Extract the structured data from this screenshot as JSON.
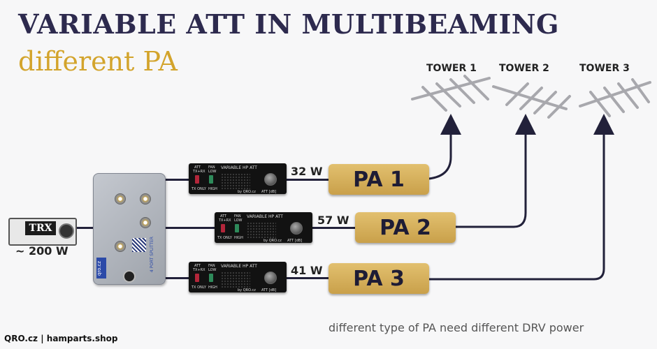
{
  "title": "VARIABLE ATT IN MULTIBEAMING",
  "subtitle": "different PA",
  "transceiver": {
    "label": "TRX",
    "power": "~ 200 W"
  },
  "splitter": {
    "brand": "qro.cz",
    "vertical_label": "4 PORT SPLITTER"
  },
  "attenuators": [
    {
      "model": "VARIABLE HP ATT",
      "att": "ATT",
      "txrx": "TX+RX",
      "fan": "FAN",
      "low": "LOW",
      "high": "HIGH",
      "txonly": "TX ONLY",
      "brand": "by QRO.cz",
      "knob": "ATT [dB]"
    },
    {
      "model": "VARIABLE HP ATT",
      "att": "ATT",
      "txrx": "TX+RX",
      "fan": "FAN",
      "low": "LOW",
      "high": "HIGH",
      "txonly": "TX ONLY",
      "brand": "by QRO.cz",
      "knob": "ATT [dB]"
    },
    {
      "model": "VARIABLE HP ATT",
      "att": "ATT",
      "txrx": "TX+RX",
      "fan": "FAN",
      "low": "LOW",
      "high": "HIGH",
      "txonly": "TX ONLY",
      "brand": "by QRO.cz",
      "knob": "ATT [dB]"
    }
  ],
  "chains": [
    {
      "drive": "32 W",
      "pa": "PA 1",
      "tower": "TOWER 1"
    },
    {
      "drive": "57 W",
      "pa": "PA 2",
      "tower": "TOWER 2"
    },
    {
      "drive": "41 W",
      "pa": "PA 3",
      "tower": "TOWER 3"
    }
  ],
  "note": "different type of PA need different DRV power",
  "footer": "QRO.cz | hamparts.shop",
  "colors": {
    "title": "#2d2a4e",
    "subtitle": "#d3a42c",
    "pa_fill": "#d9b25c",
    "wire": "#22213a",
    "antenna": "#a8a8ad"
  }
}
